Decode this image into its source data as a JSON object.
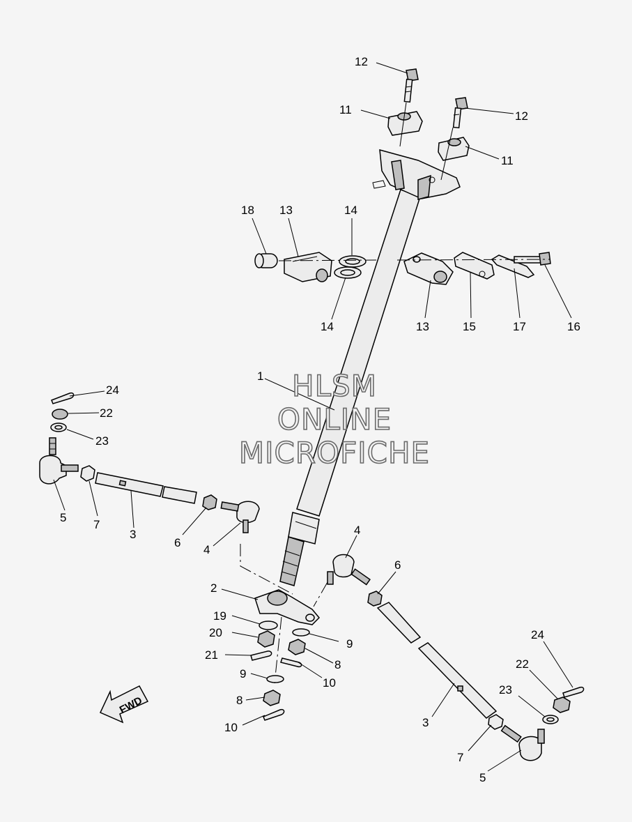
{
  "watermark": [
    "HLSM",
    "ONLINE",
    "MICROFICHE"
  ],
  "fwd_label": "FWD",
  "callouts": [
    {
      "id": "c12a",
      "label": "12"
    },
    {
      "id": "c11a",
      "label": "11"
    },
    {
      "id": "c12b",
      "label": "12"
    },
    {
      "id": "c11b",
      "label": "11"
    },
    {
      "id": "c18",
      "label": "18"
    },
    {
      "id": "c13a",
      "label": "13"
    },
    {
      "id": "c14a",
      "label": "14"
    },
    {
      "id": "c14b",
      "label": "14"
    },
    {
      "id": "c13b",
      "label": "13"
    },
    {
      "id": "c15",
      "label": "15"
    },
    {
      "id": "c17",
      "label": "17"
    },
    {
      "id": "c16",
      "label": "16"
    },
    {
      "id": "c1",
      "label": "1"
    },
    {
      "id": "c24a",
      "label": "24"
    },
    {
      "id": "c22a",
      "label": "22"
    },
    {
      "id": "c23a",
      "label": "23"
    },
    {
      "id": "c5a",
      "label": "5"
    },
    {
      "id": "c7a",
      "label": "7"
    },
    {
      "id": "c3a",
      "label": "3"
    },
    {
      "id": "c6a",
      "label": "6"
    },
    {
      "id": "c4a",
      "label": "4"
    },
    {
      "id": "c4b",
      "label": "4"
    },
    {
      "id": "c6b",
      "label": "6"
    },
    {
      "id": "c2",
      "label": "2"
    },
    {
      "id": "c19",
      "label": "19"
    },
    {
      "id": "c20",
      "label": "20"
    },
    {
      "id": "c21",
      "label": "21"
    },
    {
      "id": "c9a",
      "label": "9"
    },
    {
      "id": "c8a",
      "label": "8"
    },
    {
      "id": "c10a",
      "label": "10"
    },
    {
      "id": "c9b",
      "label": "9"
    },
    {
      "id": "c8b",
      "label": "8"
    },
    {
      "id": "c10b",
      "label": "10"
    },
    {
      "id": "c24b",
      "label": "24"
    },
    {
      "id": "c22b",
      "label": "22"
    },
    {
      "id": "c23b",
      "label": "23"
    },
    {
      "id": "c3b",
      "label": "3"
    },
    {
      "id": "c7b",
      "label": "7"
    },
    {
      "id": "c5b",
      "label": "5"
    }
  ]
}
